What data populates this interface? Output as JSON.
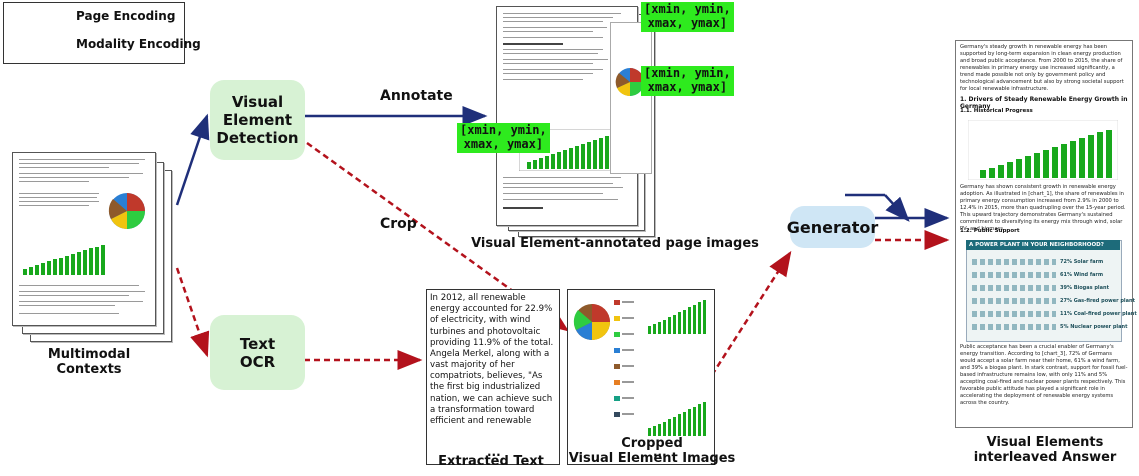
{
  "legend": {
    "page_encoding": "Page Encoding",
    "modality_encoding": "Modality Encoding"
  },
  "nodes": {
    "visual_detection": "Visual\nElement\nDetection",
    "text_ocr": "Text\nOCR",
    "generator": "Generator"
  },
  "edge_labels": {
    "annotate": "Annotate",
    "crop": "Crop"
  },
  "captions": {
    "multimodal_contexts": "Multimodal Contexts",
    "annotated_pages": "Visual Element-annotated page images",
    "extracted_text": "Extracted Text",
    "cropped_images": "Cropped\nVisual Element Images",
    "answer": "Visual Elements\ninterleaved Answer"
  },
  "bbox_tags": [
    "[xmin, ymin,\nxmax, ymax]",
    "[xmin, ymin,\nxmax, ymax]",
    "[xmin, ymin,\nxmax, ymax]"
  ],
  "ocr_text": "In 2012, all renewable energy accounted for 22.9% of electricity, with wind turbines and photovoltaic providing 11.9% of the total. Angela Merkel, along with a vast majority of her compatriots, believes, \"As the first big industrialized nation, we can achieve such a transformation toward efficient and renewable",
  "ellipsis": "...",
  "answer": {
    "intro": "Germany's steady growth in renewable energy has been supported by long-term expansion in clean energy production and broad public acceptance. From 2000 to 2015, the share of renewables in primary energy use increased significantly, a trend made possible not only by government policy and technological advancement but also by strong societal support for local renewable infrastructure.",
    "h1": "1. Drivers of Steady Renewable Energy Growth in Germany",
    "h11": "1.1. Historical Progress",
    "p1": "Germany has shown consistent growth in renewable energy adoption. As illustrated in [chart_1], the share of renewables in primary energy consumption increased from 2.9% in 2000 to 12.4% in 2015, more than quadrupling over the 15-year period. This upward trajectory demonstrates Germany's sustained commitment to diversifying its energy mix through wind, solar PV, and biomass.",
    "h12": "1.2. Public Support",
    "poster_title": "A POWER PLANT IN YOUR NEIGHBORHOOD?",
    "poster_items": [
      "72% Solar farm",
      "61% Wind farm",
      "39% Biogas plant",
      "27% Gas-fired power plant",
      "11% Coal-fired power plant",
      "5% Nuclear power plant"
    ],
    "p2": "Public acceptance has been a crucial enabler of Germany's energy transition. According to [chart_3], 72% of Germans would accept a solar farm near their home, 61% a wind farm, and 39% a biogas plant. In stark contrast, support for fossil fuel-based infrastructure remains low, with only 11% and 5% accepting coal-fired and nuclear power plants respectively. This favorable public attitude has played a significant role in accelerating the deployment of renewable energy systems across the country."
  },
  "colors": {
    "page_encoding": "#1f2f7a",
    "modality_encoding": "#b3121c",
    "node_green": "#d7f2d4",
    "node_blue": "#cfe6f5",
    "bbox_green": "#2eea1e",
    "bar_green": "#18a81c"
  }
}
